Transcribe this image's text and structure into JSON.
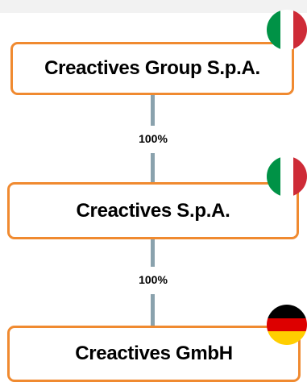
{
  "entities": [
    {
      "name": "Creactives Group S.p.A.",
      "country_flag": "italy-flag-icon"
    },
    {
      "name": "Creactives S.p.A.",
      "country_flag": "italy-flag-icon"
    },
    {
      "name": "Creactives GmbH",
      "country_flag": "germany-flag-icon"
    }
  ],
  "links": [
    {
      "from": "Creactives Group S.p.A.",
      "to": "Creactives S.p.A.",
      "ownership": "100%"
    },
    {
      "from": "Creactives S.p.A.",
      "to": "Creactives GmbH",
      "ownership": "100%"
    }
  ],
  "colors": {
    "box_border": "#f08a30",
    "connector": "#8aa2ad",
    "italy": [
      "#009246",
      "#ffffff",
      "#ce2b37"
    ],
    "germany": [
      "#000000",
      "#dd0000",
      "#ffce00"
    ]
  }
}
